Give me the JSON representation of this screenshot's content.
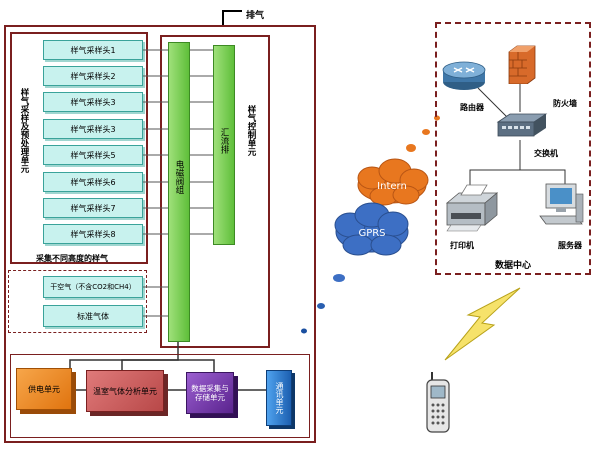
{
  "exhaust_label": "排气",
  "sampling_unit": {
    "label": "样气采样及预处理单元",
    "probes": [
      "样气采样头1",
      "样气采样头2",
      "样气采样头3",
      "样气采样头3",
      "样气采样头5",
      "样气采样头6",
      "样气采样头7",
      "样气采样头8"
    ],
    "caption": "采集不同高度的样气"
  },
  "reference_gases": {
    "dry_air": "干空气（不含CO2和CH4）",
    "standard_gas": "标准气体"
  },
  "control_unit": {
    "label": "样气控制单元",
    "valve_group": "电磁阀组",
    "manifold": "汇流排"
  },
  "bottom_modules": {
    "power": "供电单元",
    "gas_analysis": "温室气体分析单元",
    "data_storage": "数据采集与存储单元",
    "comm": "通讯单元"
  },
  "network": {
    "internet": "Intern",
    "gprs": "GPRS"
  },
  "data_center": {
    "title": "数据中心",
    "router": "路由器",
    "firewall": "防火墙",
    "switch": "交换机",
    "printer": "打印机",
    "server": "服务器"
  },
  "colors": {
    "frame": "#7a1f1f",
    "probe": "#c8f2ee",
    "bar": "#6cc64a",
    "power": "#f08a1e",
    "analysis": "#c95a5a",
    "storage": "#6a2fa0",
    "comm": "#1e6fc4",
    "cloud_orange": "#e8771f",
    "cloud_blue": "#3d6fc4"
  }
}
